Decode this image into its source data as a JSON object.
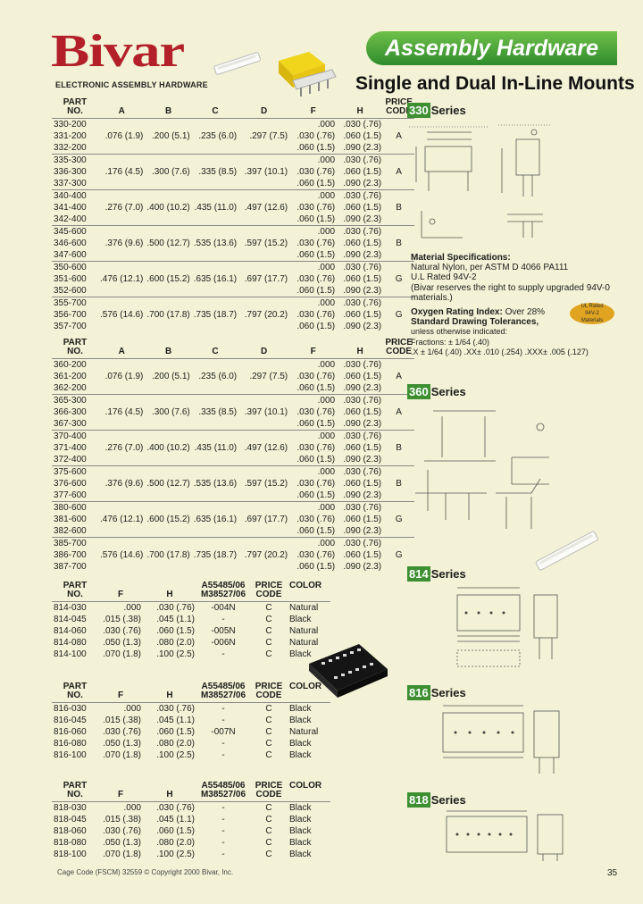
{
  "header": {
    "logo_text": "Bivar",
    "tagline": "ELECTRONIC ASSEMBLY HARDWARE",
    "banner": "Assembly Hardware",
    "subtitle": "Single and Dual In-Line Mounts"
  },
  "table330": {
    "headers": {
      "part": "PART",
      "no": "NO.",
      "a": "A",
      "b": "B",
      "c": "C",
      "d": "D",
      "f": "F",
      "h": "H",
      "price": "PRICE",
      "code": "CODE"
    },
    "groups": [
      {
        "rows": [
          {
            "part": "330-200",
            "f": ".000",
            "h": ".030 (.76)"
          },
          {
            "part": "331-200",
            "a": ".076 (1.9)",
            "b": ".200 (5.1)",
            "c": ".235 (6.0)",
            "d": ".297 (7.5)",
            "f": ".030 (.76)",
            "h": ".060 (1.5)",
            "code": "A"
          },
          {
            "part": "332-200",
            "f": ".060 (1.5)",
            "h": ".090 (2.3)"
          }
        ]
      },
      {
        "rows": [
          {
            "part": "335-300",
            "f": ".000",
            "h": ".030 (.76)"
          },
          {
            "part": "336-300",
            "a": ".176 (4.5)",
            "b": ".300 (7.6)",
            "c": ".335 (8.5)",
            "d": ".397 (10.1)",
            "f": ".030 (.76)",
            "h": ".060 (1.5)",
            "code": "A"
          },
          {
            "part": "337-300",
            "f": ".060 (1.5)",
            "h": ".090 (2.3)"
          }
        ]
      },
      {
        "rows": [
          {
            "part": "340-400",
            "f": ".000",
            "h": ".030 (.76)"
          },
          {
            "part": "341-400",
            "a": ".276 (7.0)",
            "b": ".400 (10.2)",
            "c": ".435 (11.0)",
            "d": ".497 (12.6)",
            "f": ".030 (.76)",
            "h": ".060 (1.5)",
            "code": "B"
          },
          {
            "part": "342-400",
            "f": ".060 (1.5)",
            "h": ".090 (2.3)"
          }
        ]
      },
      {
        "rows": [
          {
            "part": "345-600",
            "f": ".000",
            "h": ".030 (.76)"
          },
          {
            "part": "346-600",
            "a": ".376 (9.6)",
            "b": ".500 (12.7)",
            "c": ".535 (13.6)",
            "d": ".597 (15.2)",
            "f": ".030 (.76)",
            "h": ".060 (1.5)",
            "code": "B"
          },
          {
            "part": "347-600",
            "f": ".060 (1.5)",
            "h": ".090 (2.3)"
          }
        ]
      },
      {
        "rows": [
          {
            "part": "350-600",
            "f": ".000",
            "h": ".030 (.76)"
          },
          {
            "part": "351-600",
            "a": ".476 (12.1)",
            "b": ".600 (15.2)",
            "c": ".635 (16.1)",
            "d": ".697 (17.7)",
            "f": ".030 (.76)",
            "h": ".060 (1.5)",
            "code": "G"
          },
          {
            "part": "352-600",
            "f": ".060 (1.5)",
            "h": ".090 (2.3)"
          }
        ]
      },
      {
        "rows": [
          {
            "part": "355-700",
            "f": ".000",
            "h": ".030 (.76)"
          },
          {
            "part": "356-700",
            "a": ".576 (14.6)",
            "b": ".700 (17.8)",
            "c": ".735 (18.7)",
            "d": ".797 (20.2)",
            "f": ".030 (.76)",
            "h": ".060 (1.5)",
            "code": "G"
          },
          {
            "part": "357-700",
            "f": ".060 (1.5)",
            "h": ".090 (2.3)"
          }
        ]
      }
    ]
  },
  "table360": {
    "headers": {
      "part": "PART",
      "no": "NO.",
      "a": "A",
      "b": "B",
      "c": "C",
      "d": "D",
      "f": "F",
      "h": "H",
      "price": "PRICE",
      "code": "CODE"
    },
    "groups": [
      {
        "rows": [
          {
            "part": "360-200",
            "f": ".000",
            "h": ".030 (.76)"
          },
          {
            "part": "361-200",
            "a": ".076 (1.9)",
            "b": ".200 (5.1)",
            "c": ".235 (6.0)",
            "d": ".297 (7.5)",
            "f": ".030 (.76)",
            "h": ".060 (1.5)",
            "code": "A"
          },
          {
            "part": "362-200",
            "f": ".060 (1.5)",
            "h": ".090 (2.3)"
          }
        ]
      },
      {
        "rows": [
          {
            "part": "365-300",
            "f": ".000",
            "h": ".030 (.76)"
          },
          {
            "part": "366-300",
            "a": ".176 (4.5)",
            "b": ".300 (7.6)",
            "c": ".335 (8.5)",
            "d": ".397 (10.1)",
            "f": ".030 (.76)",
            "h": ".060 (1.5)",
            "code": "A"
          },
          {
            "part": "367-300",
            "f": ".060 (1.5)",
            "h": ".090 (2.3)"
          }
        ]
      },
      {
        "rows": [
          {
            "part": "370-400",
            "f": ".000",
            "h": ".030 (.76)"
          },
          {
            "part": "371-400",
            "a": ".276 (7.0)",
            "b": ".400 (10.2)",
            "c": ".435 (11.0)",
            "d": ".497 (12.6)",
            "f": ".030 (.76)",
            "h": ".060 (1.5)",
            "code": "B"
          },
          {
            "part": "372-400",
            "f": ".060 (1.5)",
            "h": ".090 (2.3)"
          }
        ]
      },
      {
        "rows": [
          {
            "part": "375-600",
            "f": ".000",
            "h": ".030 (.76)"
          },
          {
            "part": "376-600",
            "a": ".376 (9.6)",
            "b": ".500 (12.7)",
            "c": ".535 (13.6)",
            "d": ".597 (15.2)",
            "f": ".030 (.76)",
            "h": ".060 (1.5)",
            "code": "B"
          },
          {
            "part": "377-600",
            "f": ".060 (1.5)",
            "h": ".090 (2.3)"
          }
        ]
      },
      {
        "rows": [
          {
            "part": "380-600",
            "f": ".000",
            "h": ".030 (.76)"
          },
          {
            "part": "381-600",
            "a": ".476 (12.1)",
            "b": ".600 (15.2)",
            "c": ".635 (16.1)",
            "d": ".697 (17.7)",
            "f": ".030 (.76)",
            "h": ".060 (1.5)",
            "code": "G"
          },
          {
            "part": "382-600",
            "f": ".060 (1.5)",
            "h": ".090 (2.3)"
          }
        ]
      },
      {
        "rows": [
          {
            "part": "385-700",
            "f": ".000",
            "h": ".030 (.76)"
          },
          {
            "part": "386-700",
            "a": ".576 (14.6)",
            "b": ".700 (17.8)",
            "c": ".735 (18.7)",
            "d": ".797 (20.2)",
            "f": ".030 (.76)",
            "h": ".060 (1.5)",
            "code": "G"
          },
          {
            "part": "387-700",
            "f": ".060 (1.5)",
            "h": ".090 (2.3)"
          }
        ]
      }
    ]
  },
  "table814": {
    "headers": {
      "part": "PART",
      "no": "NO.",
      "f": "F",
      "h": "H",
      "mil1": "A55485/06",
      "mil2": "M38527/06",
      "price": "PRICE",
      "code": "CODE",
      "color": "COLOR"
    },
    "rows": [
      {
        "part": "814-030",
        "f": ".000",
        "h": ".030 (.76)",
        "mil": "-004N",
        "code": "C",
        "color": "Natural"
      },
      {
        "part": "814-045",
        "f": ".015 (.38)",
        "h": ".045 (1.1)",
        "mil": "-",
        "code": "C",
        "color": "Black"
      },
      {
        "part": "814-060",
        "f": ".030 (.76)",
        "h": ".060 (1.5)",
        "mil": "-005N",
        "code": "C",
        "color": "Natural"
      },
      {
        "part": "814-080",
        "f": ".050 (1.3)",
        "h": ".080 (2.0)",
        "mil": "-006N",
        "code": "C",
        "color": "Natural"
      },
      {
        "part": "814-100",
        "f": ".070 (1.8)",
        "h": ".100 (2.5)",
        "mil": "-",
        "code": "C",
        "color": "Black"
      }
    ]
  },
  "table816": {
    "headers": {
      "part": "PART",
      "no": "NO.",
      "f": "F",
      "h": "H",
      "mil1": "A55485/06",
      "mil2": "M38527/06",
      "price": "PRICE",
      "code": "CODE",
      "color": "COLOR"
    },
    "rows": [
      {
        "part": "816-030",
        "f": ".000",
        "h": ".030 (.76)",
        "mil": "-",
        "code": "C",
        "color": "Black"
      },
      {
        "part": "816-045",
        "f": ".015 (.38)",
        "h": ".045 (1.1)",
        "mil": "-",
        "code": "C",
        "color": "Black"
      },
      {
        "part": "816-060",
        "f": ".030 (.76)",
        "h": ".060 (1.5)",
        "mil": "-007N",
        "code": "C",
        "color": "Natural"
      },
      {
        "part": "816-080",
        "f": ".050 (1.3)",
        "h": ".080 (2.0)",
        "mil": "-",
        "code": "C",
        "color": "Black"
      },
      {
        "part": "816-100",
        "f": ".070 (1.8)",
        "h": ".100 (2.5)",
        "mil": "-",
        "code": "C",
        "color": "Black"
      }
    ]
  },
  "table818": {
    "headers": {
      "part": "PART",
      "no": "NO.",
      "f": "F",
      "h": "H",
      "mil1": "A55485/06",
      "mil2": "M38527/06",
      "price": "PRICE",
      "code": "CODE",
      "color": "COLOR"
    },
    "rows": [
      {
        "part": "818-030",
        "f": ".000",
        "h": ".030 (.76)",
        "mil": "-",
        "code": "C",
        "color": "Black"
      },
      {
        "part": "818-045",
        "f": ".015 (.38)",
        "h": ".045 (1.1)",
        "mil": "-",
        "code": "C",
        "color": "Black"
      },
      {
        "part": "818-060",
        "f": ".030 (.76)",
        "h": ".060 (1.5)",
        "mil": "-",
        "code": "C",
        "color": "Black"
      },
      {
        "part": "818-080",
        "f": ".050 (1.3)",
        "h": ".080 (2.0)",
        "mil": "-",
        "code": "C",
        "color": "Black"
      },
      {
        "part": "818-100",
        "f": ".070 (1.8)",
        "h": ".100 (2.5)",
        "mil": "-",
        "code": "C",
        "color": "Black"
      }
    ]
  },
  "series": {
    "s330": {
      "num": "330",
      "label": "Series"
    },
    "s360": {
      "num": "360",
      "label": "Series"
    },
    "s814": {
      "num": "814",
      "label": "Series"
    },
    "s816": {
      "num": "816",
      "label": "Series"
    },
    "s818": {
      "num": "818",
      "label": "Series"
    }
  },
  "specs": {
    "material_title": "Material Specifications:",
    "material_line1": "Natural Nylon, per ASTM D 4066 PA111",
    "material_line2": "U.L Rated 94V-2",
    "material_line3": "(Bivar reserves the right to supply upgraded 94V-0",
    "material_line4": "materials.)",
    "badge_line1": "UL Rated",
    "badge_line2": "94V-2",
    "badge_line3": "Materials",
    "oxygen_label": "Oxygen Rating Index:",
    "oxygen_value": "Over 28%",
    "tolerance_title": "Standard Drawing Tolerances,",
    "tolerance_sub": "unless otherwise indicated:",
    "fractions": "Fractions: ± 1/64 (.40)",
    "decimals": ".X ± 1/64 (.40) .XX± .010 (.254) .XXX± .005 (.127)"
  },
  "footer": {
    "copyright": "Cage Code (FSCM) 32559 © Copyright 2000 Bivar, Inc.",
    "page": "35"
  },
  "colors": {
    "brand_red": "#b3202a",
    "banner_green": "#3d8f32",
    "paper": "#f3f2d6"
  }
}
